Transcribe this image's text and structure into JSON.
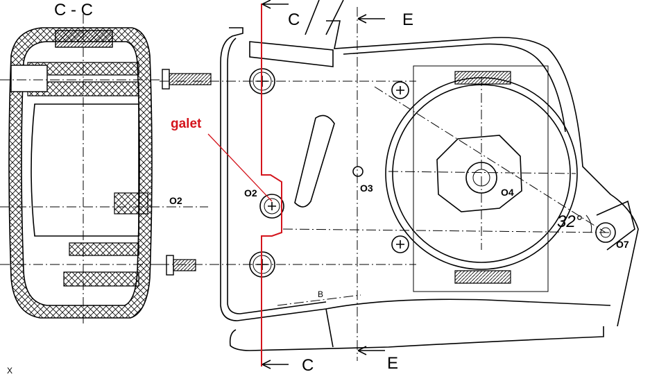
{
  "section_cc": {
    "title": "C - C",
    "label_o2": "O2"
  },
  "section_marks": {
    "c_top": "C",
    "c_bottom": "C",
    "e_top": "E",
    "e_bottom": "E"
  },
  "callout": {
    "galet": "galet"
  },
  "points": {
    "o2": "O2",
    "o3": "O3",
    "o4": "O4",
    "o7": "O7",
    "b": "B"
  },
  "angle": "32°",
  "corner_mark": "X",
  "colors": {
    "line": "#000000",
    "highlight": "#d4141c",
    "hatch": "#000000"
  }
}
